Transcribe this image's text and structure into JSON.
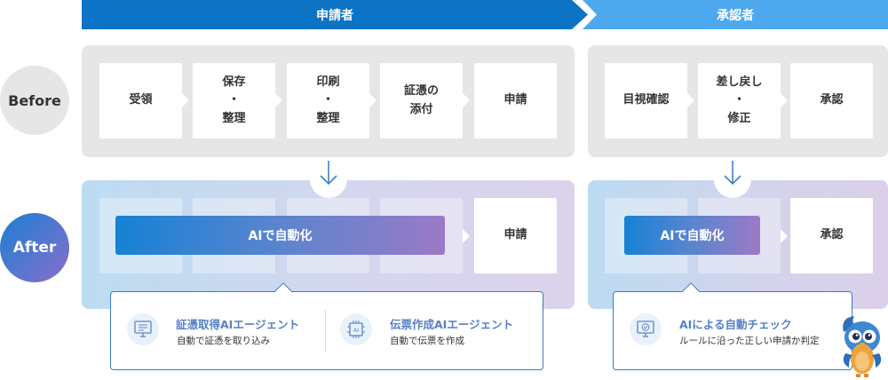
{
  "header": {
    "applicant": "申請者",
    "approver": "承認者"
  },
  "rows": {
    "before": "Before",
    "after": "After"
  },
  "before": {
    "applicant_steps": [
      "受領",
      "保存\n・\n整理",
      "印刷\n・\n整理",
      "証憑の\n添付",
      "申請"
    ],
    "approver_steps": [
      "目視確認",
      "差し戻し\n・\n修正",
      "承認"
    ]
  },
  "after": {
    "applicant_ai": "AIで自動化",
    "applicant_final": "申請",
    "approver_ai": "AIで自動化",
    "approver_final": "承認"
  },
  "agents": {
    "evidence": {
      "title": "証憑取得AIエージェント",
      "desc": "自動で証憑を取り込み"
    },
    "voucher": {
      "title": "伝票作成AIエージェント",
      "desc": "自動で伝票を作成",
      "icon_text": "AI"
    },
    "check": {
      "title": "AIによる自動チェック",
      "desc": "ルールに沿った正しい申請か判定"
    }
  },
  "colors": {
    "applicant_header": "#0d73c4",
    "approver_header": "#4ea8ee",
    "agent_title": "#5580c8",
    "callout_border": "#3d7ac4"
  },
  "icons": [
    "document-monitor-icon",
    "ai-chip-icon",
    "check-monitor-icon",
    "bird-mascot-icon",
    "down-arrow-icon",
    "chevron-right-icon"
  ]
}
